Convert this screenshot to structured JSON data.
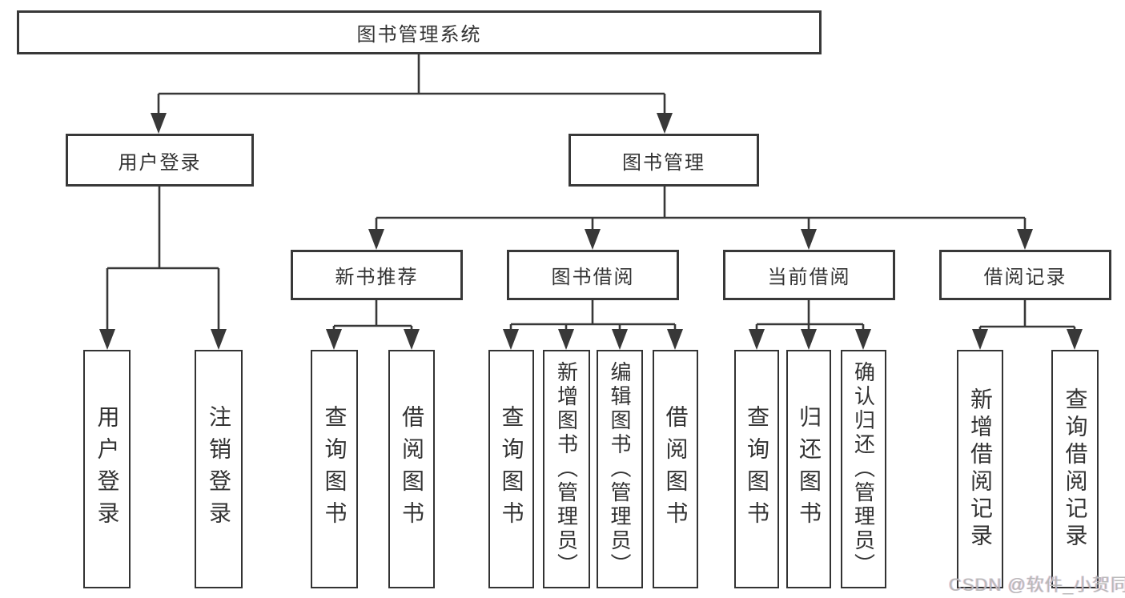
{
  "nodes": {
    "root": {
      "label": "图书管理系统"
    },
    "level2": [
      {
        "label": "用户登录"
      },
      {
        "label": "图书管理"
      }
    ],
    "level3": [
      {
        "label": "新书推荐",
        "parent": "图书管理"
      },
      {
        "label": "图书借阅",
        "parent": "图书管理"
      },
      {
        "label": "当前借阅",
        "parent": "图书管理"
      },
      {
        "label": "借阅记录",
        "parent": "图书管理"
      }
    ],
    "leaves": [
      {
        "label": "用户登录",
        "parent": "用户登录"
      },
      {
        "label": "注销登录",
        "parent": "用户登录"
      },
      {
        "label": "查询图书",
        "parent": "新书推荐"
      },
      {
        "label": "借阅图书",
        "parent": "新书推荐"
      },
      {
        "label": "查询图书",
        "parent": "图书借阅"
      },
      {
        "label": "新增图书（管理员）",
        "parent": "图书借阅"
      },
      {
        "label": "编辑图书（管理员）",
        "parent": "图书借阅"
      },
      {
        "label": "借阅图书",
        "parent": "图书借阅"
      },
      {
        "label": "查询图书",
        "parent": "当前借阅"
      },
      {
        "label": "归还图书",
        "parent": "当前借阅"
      },
      {
        "label": "确认归还（管理员）",
        "parent": "当前借阅"
      },
      {
        "label": "新增借阅记录",
        "parent": "借阅记录"
      },
      {
        "label": "查询借阅记录",
        "parent": "借阅记录"
      }
    ]
  },
  "watermark": "CSDN @软件_小贺同学",
  "colors": {
    "line": "#383838",
    "text": "#333333",
    "watermark": "#b9b9b9",
    "background": "#ffffff"
  }
}
